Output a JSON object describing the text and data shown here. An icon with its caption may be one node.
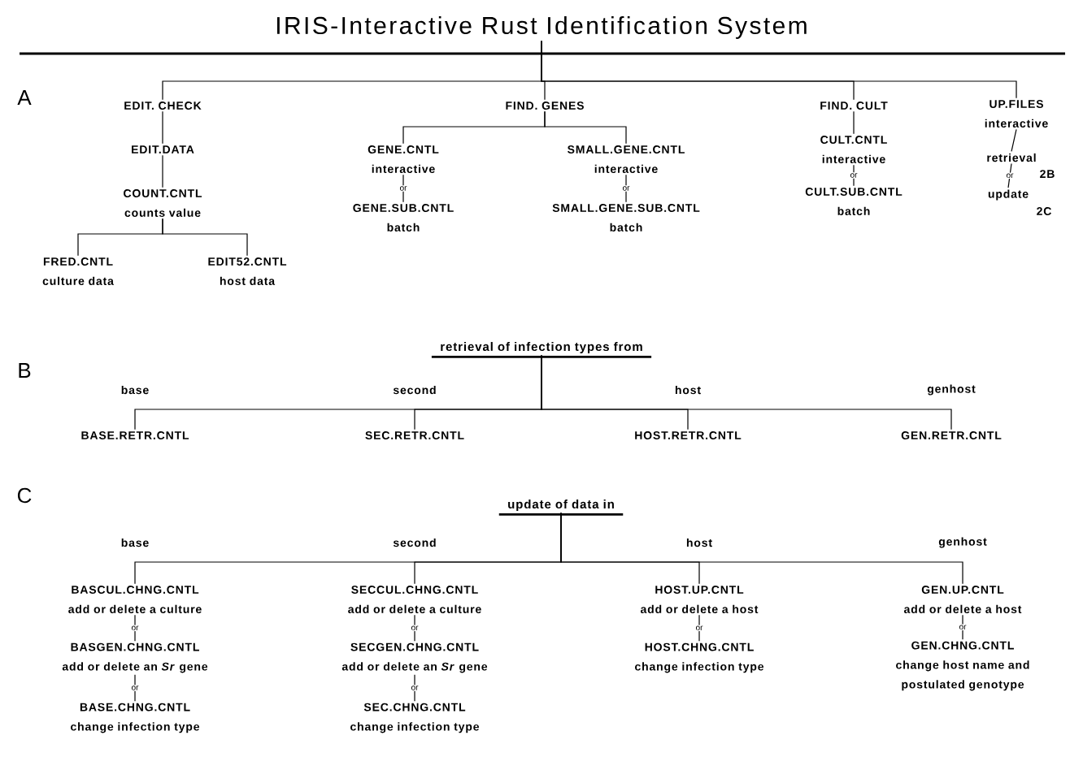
{
  "diagram": {
    "nodes": [
      {
        "text": [
          "IRIS-Interactive Rust Identification System"
        ]
      },
      {
        "text": [
          "EDIT. CHECK"
        ]
      },
      {
        "text": [
          "EDIT.DATA"
        ]
      },
      {
        "text": [
          "COUNT.CNTL",
          "counts value"
        ]
      },
      {
        "text": [
          "FRED.CNTL",
          "culture data"
        ]
      },
      {
        "text": [
          "EDIT52.CNTL",
          "host data"
        ]
      },
      {
        "text": [
          "FIND. GENES"
        ]
      },
      {
        "text": [
          "GENE.CNTL",
          "interactive"
        ]
      },
      {
        "text": [
          "GENE.SUB.CNTL",
          "batch"
        ]
      },
      {
        "text": [
          "SMALL.GENE.CNTL",
          "interactive"
        ]
      },
      {
        "text": [
          "SMALL.GENE.SUB.CNTL",
          "batch"
        ]
      },
      {
        "text": [
          "FIND. CULT"
        ]
      },
      {
        "text": [
          "CULT.CNTL",
          "interactive"
        ]
      },
      {
        "text": [
          "CULT.SUB.CNTL",
          "batch"
        ]
      },
      {
        "text": [
          "UP.FILES",
          "interactive"
        ]
      },
      {
        "text": [
          "retrieval"
        ],
        "beside": [
          "2B"
        ]
      },
      {
        "text": [
          "update"
        ],
        "beside": [
          "2C"
        ]
      },
      {
        "text": [
          "retrieval of infection types from"
        ]
      },
      {
        "text": [
          "BASE.RETR.CNTL"
        ]
      },
      {
        "text": [
          "SEC.RETR.CNTL"
        ]
      },
      {
        "text": [
          "HOST.RETR.CNTL"
        ]
      },
      {
        "text": [
          "GEN.RETR.CNTL"
        ]
      },
      {
        "text": [
          "update of data in"
        ]
      },
      {
        "text": [
          "BASCUL.CHNG.CNTL",
          "add or delete a culture"
        ]
      },
      {
        "text": [
          "BASGEN.CHNG.CNTL",
          "add or delete an *Sr* gene"
        ]
      },
      {
        "text": [
          "BASE.CHNG.CNTL",
          "change infection type"
        ]
      },
      {
        "text": [
          "SECCUL.CHNG.CNTL",
          "add or delete a culture"
        ]
      },
      {
        "text": [
          "SECGEN.CHNG.CNTL",
          "add or delete an *Sr* gene"
        ]
      },
      {
        "text": [
          "SEC.CHNG.CNTL",
          "change infection type"
        ]
      },
      {
        "text": [
          "HOST.UP.CNTL",
          "add or delete a host"
        ]
      },
      {
        "text": [
          "HOST.CHNG.CNTL",
          "change infection type"
        ]
      },
      {
        "text": [
          "GEN.UP.CNTL",
          "add or delete a host"
        ]
      },
      {
        "text": [
          "GEN.CHNG.CNTL",
          "change host name and postulated genotype"
        ]
      }
    ],
    "edges": [
      {
        "from": 0,
        "to": 1,
        "arrow": "none"
      },
      {
        "from": 0,
        "to": 6,
        "arrow": "none"
      },
      {
        "from": 0,
        "to": 11,
        "arrow": "none"
      },
      {
        "from": 0,
        "to": 14,
        "arrow": "none"
      },
      {
        "from": 1,
        "to": 2,
        "arrow": "none"
      },
      {
        "from": 2,
        "to": 3,
        "arrow": "none"
      },
      {
        "from": 3,
        "to": 4,
        "arrow": "none"
      },
      {
        "from": 3,
        "to": 5,
        "arrow": "none"
      },
      {
        "from": 6,
        "to": 7,
        "arrow": "none"
      },
      {
        "from": 6,
        "to": 9,
        "arrow": "none"
      },
      {
        "from": 7,
        "to": 8,
        "label": "or",
        "arrow": "none"
      },
      {
        "from": 9,
        "to": 10,
        "label": "or",
        "arrow": "none"
      },
      {
        "from": 11,
        "to": 12,
        "arrow": "none"
      },
      {
        "from": 12,
        "to": 13,
        "label": "or",
        "arrow": "none"
      },
      {
        "from": 14,
        "to": 15,
        "arrow": "none"
      },
      {
        "from": 15,
        "to": 16,
        "label": "or",
        "arrow": "none"
      },
      {
        "from": 17,
        "to": 18,
        "label": "base",
        "arrow": "none"
      },
      {
        "from": 17,
        "to": 19,
        "label": "second",
        "arrow": "none"
      },
      {
        "from": 17,
        "to": 20,
        "label": "host",
        "arrow": "none"
      },
      {
        "from": 17,
        "to": 21,
        "label": "genhost",
        "arrow": "none"
      },
      {
        "from": 22,
        "to": 23,
        "label": "base",
        "arrow": "none"
      },
      {
        "from": 22,
        "to": 26,
        "label": "second",
        "arrow": "none"
      },
      {
        "from": 22,
        "to": 29,
        "label": "host",
        "arrow": "none"
      },
      {
        "from": 22,
        "to": 31,
        "label": "genhost",
        "arrow": "none"
      },
      {
        "from": 23,
        "to": 24,
        "label": "or",
        "arrow": "none"
      },
      {
        "from": 24,
        "to": 25,
        "label": "or",
        "arrow": "none"
      },
      {
        "from": 26,
        "to": 27,
        "label": "or",
        "arrow": "none"
      },
      {
        "from": 27,
        "to": 28,
        "label": "or",
        "arrow": "none"
      },
      {
        "from": 29,
        "to": 30,
        "label": "or",
        "arrow": "none"
      },
      {
        "from": 31,
        "to": 32,
        "label": "or",
        "arrow": "none"
      }
    ],
    "labels": [
      "A",
      "B",
      "C"
    ]
  }
}
